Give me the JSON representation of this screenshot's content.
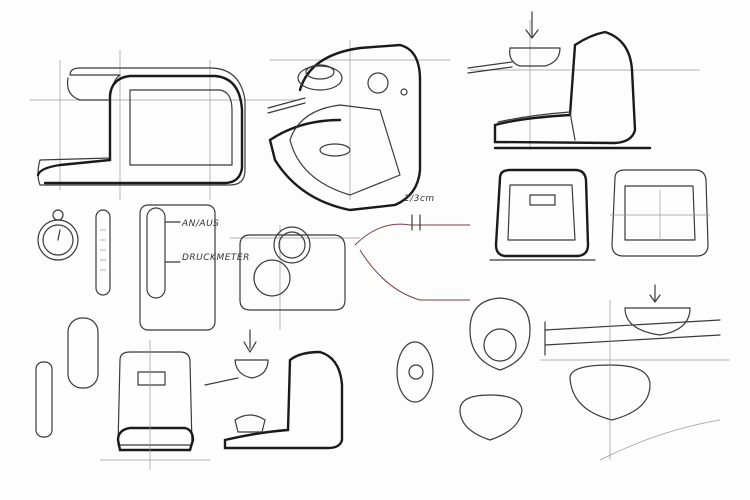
{
  "annotations": {
    "on_off": "AN/AUS",
    "pressure_gauge": "DRUCKMETER",
    "dimension": "2/3cm"
  }
}
